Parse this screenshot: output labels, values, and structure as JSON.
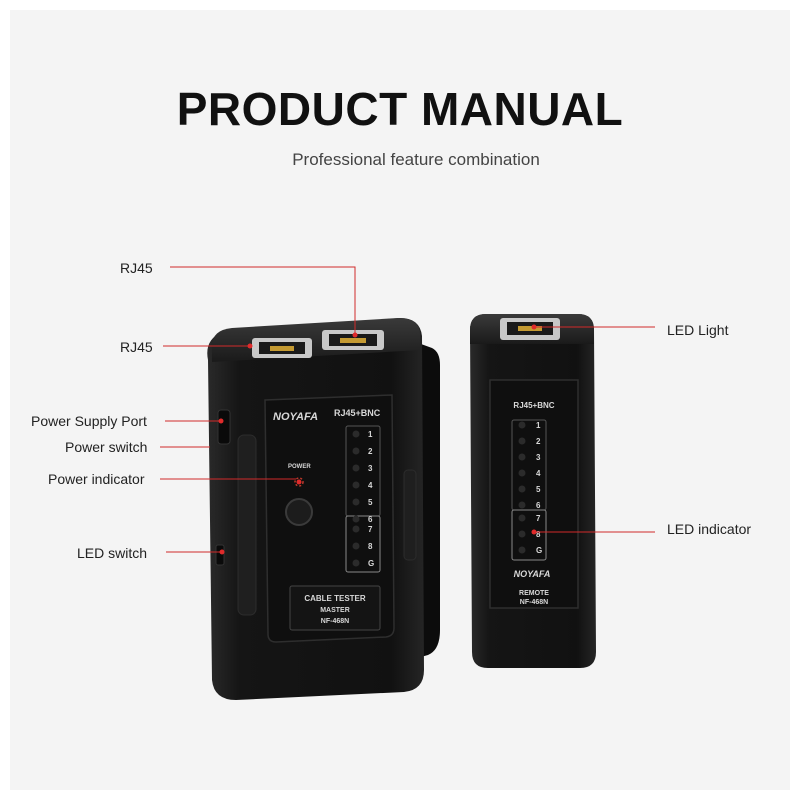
{
  "header": {
    "title": "PRODUCT MANUAL",
    "subtitle": "Professional feature combination"
  },
  "callouts": {
    "rj45_top": "RJ45",
    "rj45_left": "RJ45",
    "power_supply_port": "Power Supply Port",
    "power_switch": "Power switch",
    "power_indicator": "Power indicator",
    "led_switch": "LED switch",
    "led_light": "LED Light",
    "led_indicator": "LED indicator"
  },
  "master_unit": {
    "brand": "NOYAFA",
    "panel_heading": "RJ45+BNC",
    "power_label": "POWER",
    "led_numbers": [
      "1",
      "2",
      "3",
      "4",
      "5",
      "6"
    ],
    "led_numbers_lower": [
      "7",
      "8",
      "G"
    ],
    "device_label": "CABLE TESTER",
    "role_label": "MASTER",
    "model": "NF-468N"
  },
  "remote_unit": {
    "brand": "NOYAFA",
    "panel_heading": "RJ45+BNC",
    "led_numbers": [
      "1",
      "2",
      "3",
      "4",
      "5",
      "6"
    ],
    "led_numbers_lower": [
      "7",
      "8",
      "G"
    ],
    "role_label": "REMOTE",
    "model": "NF-468N"
  },
  "colors": {
    "background": "#f4f4f4",
    "callout_line": "#d12a2a",
    "device_body": "#141414"
  }
}
